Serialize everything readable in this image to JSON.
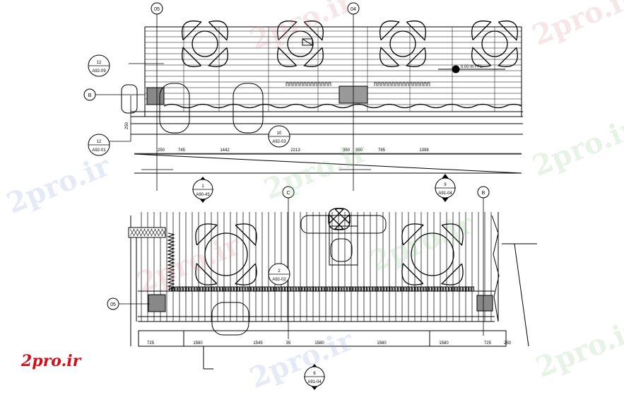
{
  "grid_bubbles": {
    "top_05": "05",
    "top_04": "04",
    "left_B": "B",
    "mid_C": "C",
    "right_B": "B",
    "left_05": "05"
  },
  "callouts": {
    "c1": {
      "num": "12",
      "ref": "A92-09"
    },
    "c2": {
      "num": "12",
      "ref": "A92-01"
    },
    "c3": {
      "num": "10",
      "ref": "A92-03"
    },
    "c4": {
      "num": "2",
      "ref": "A92-02"
    }
  },
  "section_markers": {
    "s1": {
      "num": "1",
      "ref": "A90-43"
    },
    "s2": {
      "num": "9",
      "ref": "A91-04"
    },
    "s3": {
      "num": "6",
      "ref": "A91-04"
    }
  },
  "top_dims": [
    "250",
    "745",
    "1442",
    "2213",
    "350",
    "350",
    "785",
    "1398"
  ],
  "bottom_dims": [
    "725",
    "1580",
    "1545",
    "35",
    "1580",
    "1580",
    "1580",
    "725",
    "250"
  ],
  "side_dim": "250",
  "annotations": {
    "level": "0.00 m FFL"
  },
  "watermark": "2pro.ir",
  "logo": "2pro.ir"
}
